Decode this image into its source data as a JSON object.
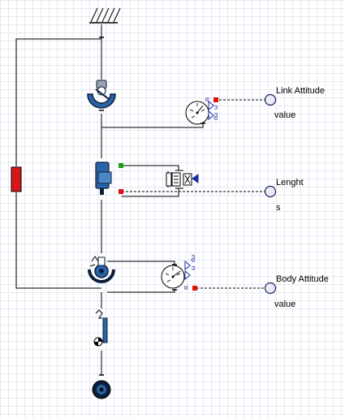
{
  "labels": {
    "link_attitude": "Link Attitude",
    "link_attitude_unit": "value",
    "length": "Lenght",
    "length_unit": "s",
    "body_attitude": "Body Attitude",
    "body_attitude_unit": "value"
  },
  "sensor_pins": {
    "link": [
      "R",
      "ω",
      "dω"
    ],
    "body": [
      "R",
      "ω",
      "dω"
    ]
  },
  "colors": {
    "wire": "#000000",
    "component_blue": "#2a64a8",
    "component_dark": "#0b1e3a",
    "damper_red": "#d81818",
    "port_red": "#e01010",
    "port_green": "#18a018",
    "port_blue": "#1a2aa0",
    "output_port_fill": "#e9ecf8",
    "output_port_stroke": "#202060"
  },
  "icons": [
    "ground-fixed-icon",
    "revolute-joint-icon",
    "rotation-sensor-icon",
    "prismatic-joint-icon",
    "spring-damper-icon",
    "damper-icon",
    "body-joint-icon",
    "rigid-body-icon",
    "point-mass-icon",
    "output-port-icon"
  ]
}
